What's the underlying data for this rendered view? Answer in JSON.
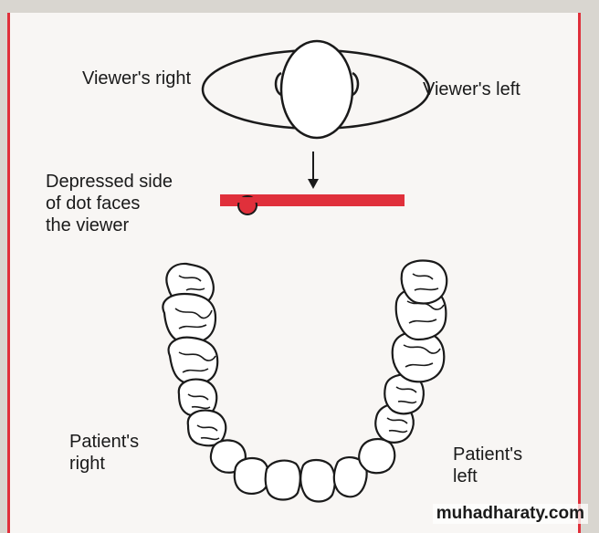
{
  "labels": {
    "viewers_right": "Viewer's right",
    "viewers_left": "Viewer's left",
    "depressed_side": "Depressed side\nof dot faces\nthe viewer",
    "patients_right": "Patient's\nright",
    "patients_left": "Patient's\nleft"
  },
  "watermark": "muhadharaty.com",
  "colors": {
    "accent_red": "#e0303b",
    "ink": "#1a1a1a",
    "panel_border": "#e0303b"
  }
}
